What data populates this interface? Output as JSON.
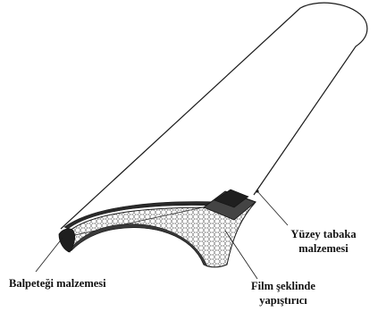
{
  "labels": {
    "surface_layer": [
      "Yüzey tabaka",
      "malzemesi"
    ],
    "honeycomb": "Balpeteği malzemesi",
    "film_adhesive": [
      "Film şeklinde",
      "yapıştırıcı"
    ]
  },
  "colors": {
    "line": "#1a1a1a",
    "background": "#ffffff"
  }
}
